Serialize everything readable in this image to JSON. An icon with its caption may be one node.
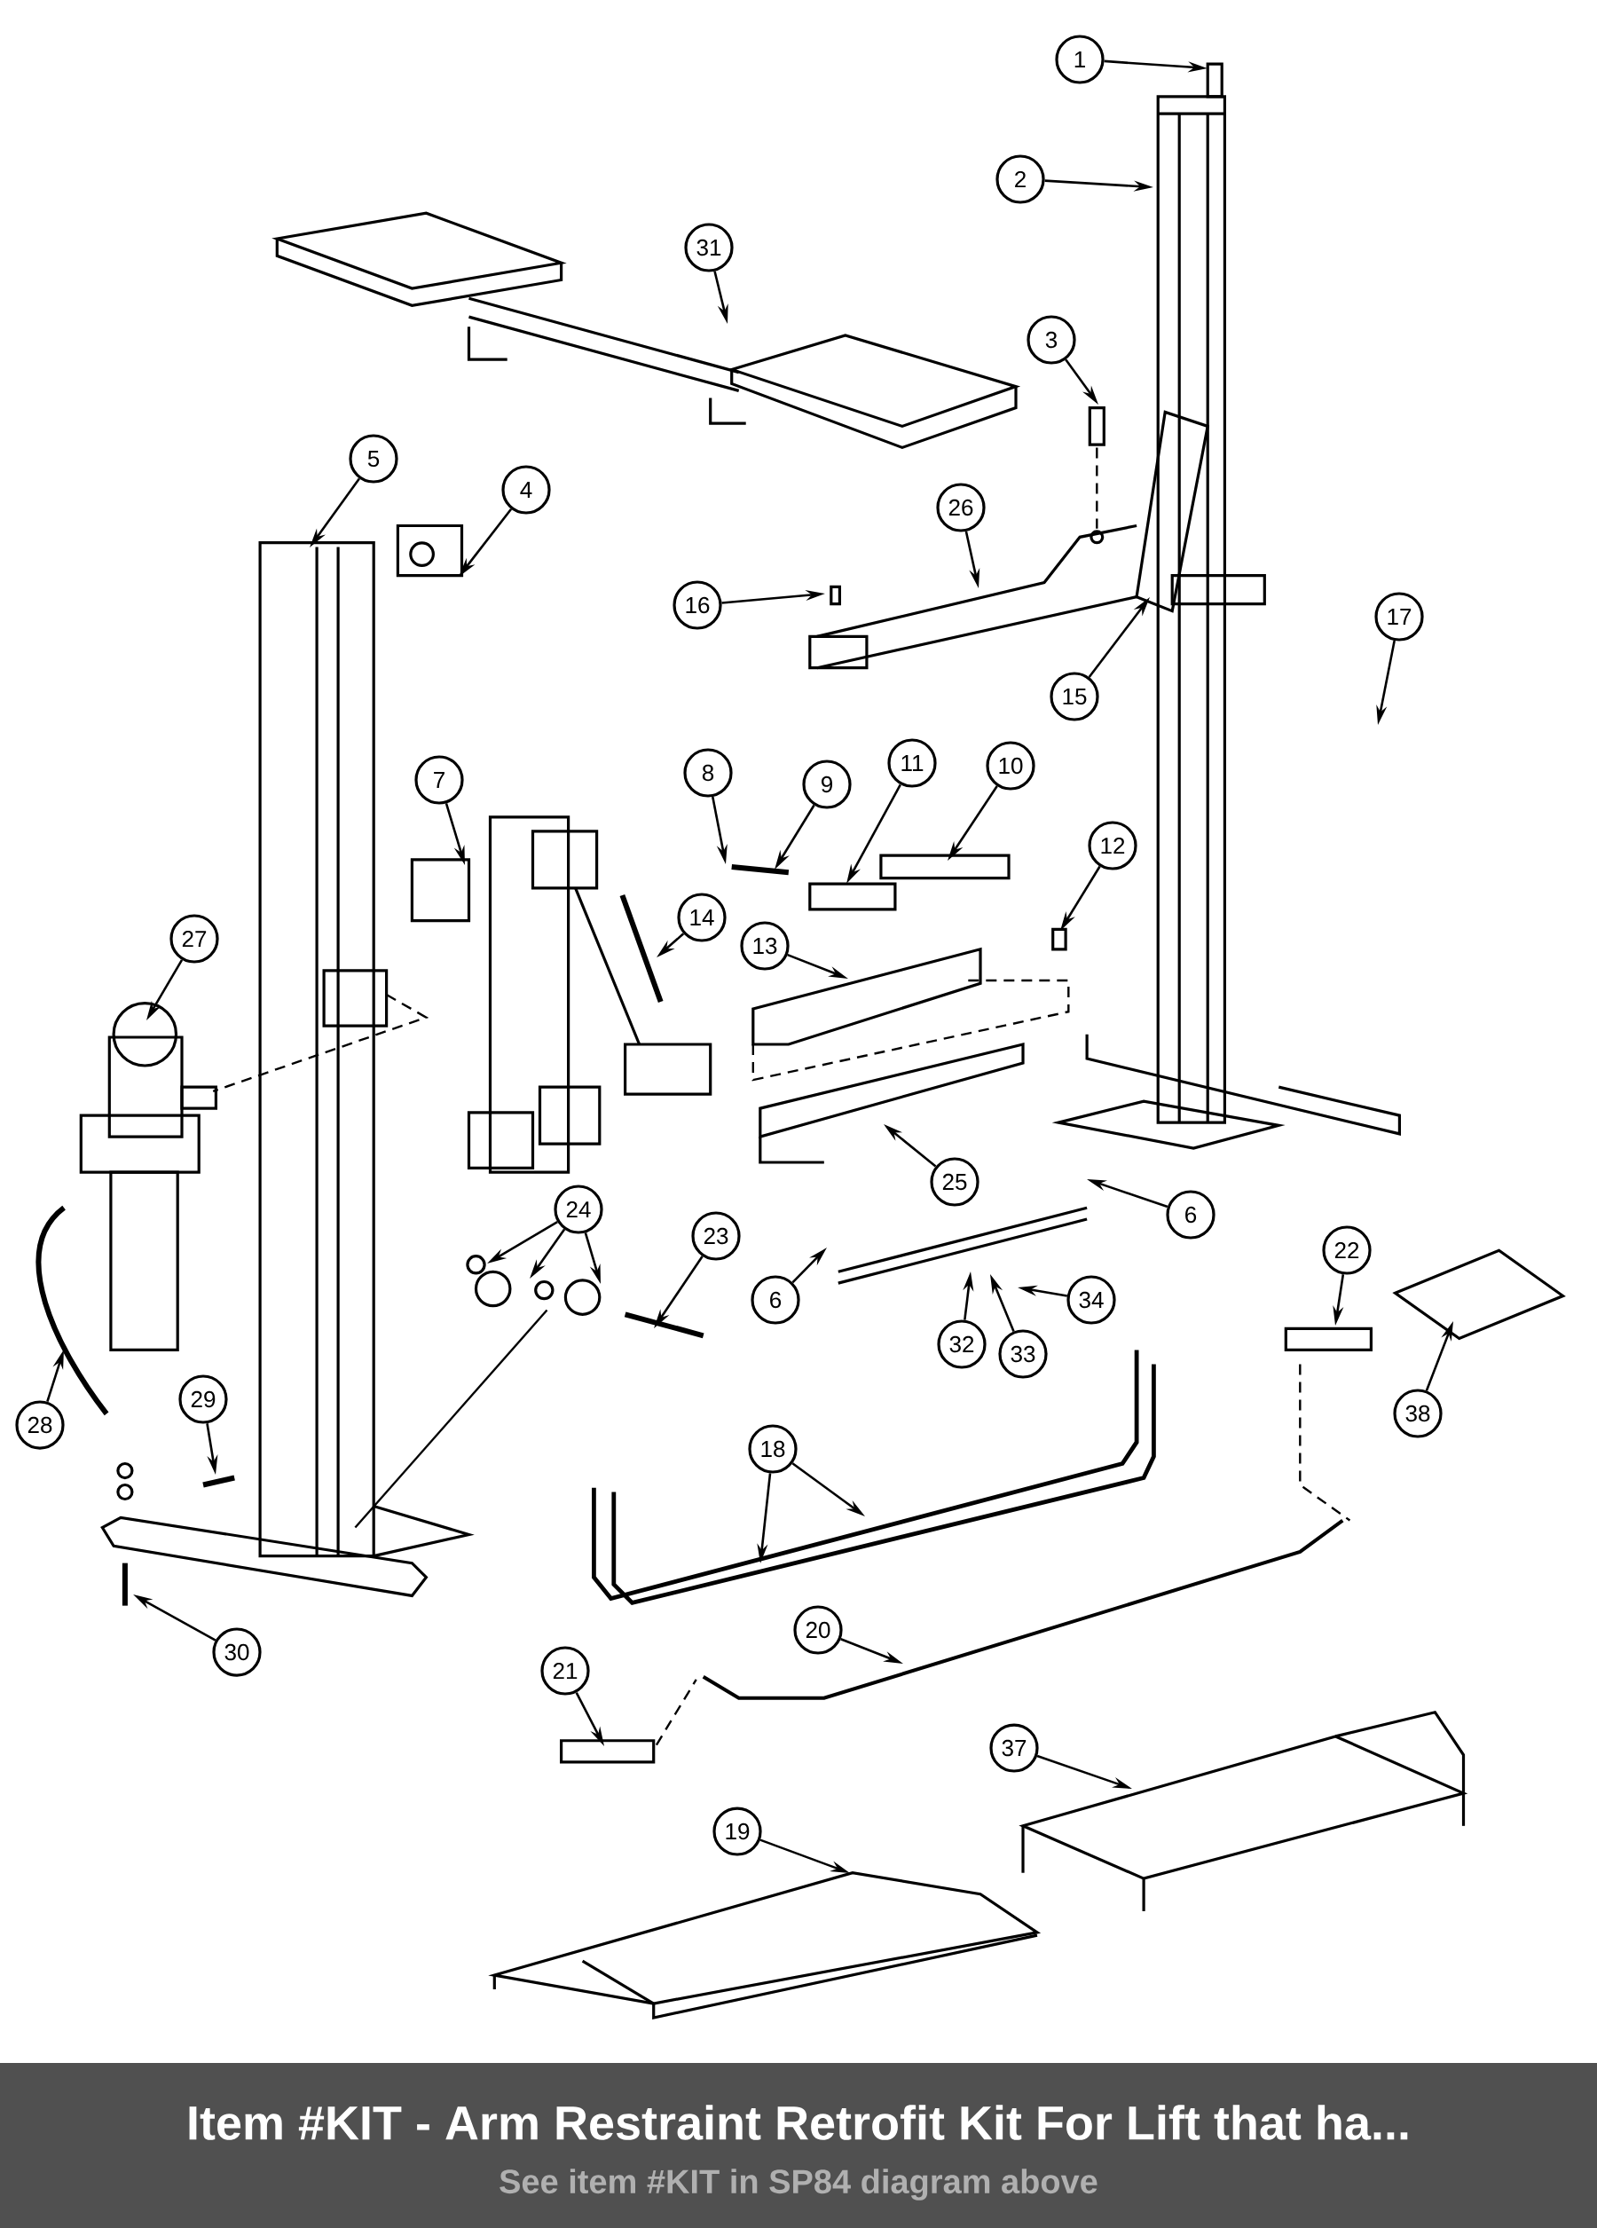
{
  "diagram": {
    "title": "Item #KIT - Arm Restraint Retrofit Kit For Lift that ha...",
    "caption": "See item #KIT in SP84 diagram above",
    "nodes": [
      {
        "text": [
          "1"
        ]
      },
      {
        "text": [
          "2"
        ]
      },
      {
        "text": [
          "31"
        ]
      },
      {
        "text": [
          "3"
        ]
      },
      {
        "text": [
          "5"
        ]
      },
      {
        "text": [
          "4"
        ]
      },
      {
        "text": [
          "26"
        ]
      },
      {
        "text": [
          "16"
        ]
      },
      {
        "text": [
          "17"
        ]
      },
      {
        "text": [
          "15"
        ]
      },
      {
        "text": [
          "11"
        ]
      },
      {
        "text": [
          "10"
        ]
      },
      {
        "text": [
          "8"
        ]
      },
      {
        "text": [
          "7"
        ]
      },
      {
        "text": [
          "9"
        ]
      },
      {
        "text": [
          "12"
        ]
      },
      {
        "text": [
          "14"
        ]
      },
      {
        "text": [
          "27"
        ]
      },
      {
        "text": [
          "13"
        ]
      },
      {
        "text": [
          "25"
        ]
      },
      {
        "text": [
          "24"
        ]
      },
      {
        "text": [
          "6"
        ]
      },
      {
        "text": [
          "23"
        ]
      },
      {
        "text": [
          "22"
        ]
      },
      {
        "text": [
          "6"
        ]
      },
      {
        "text": [
          "34"
        ]
      },
      {
        "text": [
          "32"
        ]
      },
      {
        "text": [
          "33"
        ]
      },
      {
        "text": [
          "29"
        ]
      },
      {
        "text": [
          "38"
        ]
      },
      {
        "text": [
          "28"
        ]
      },
      {
        "text": [
          "18"
        ]
      },
      {
        "text": [
          "20"
        ]
      },
      {
        "text": [
          "30"
        ]
      },
      {
        "text": [
          "21"
        ]
      },
      {
        "text": [
          "37"
        ]
      },
      {
        "text": [
          "19"
        ]
      }
    ],
    "edges": [
      {
        "from": 0,
        "to": null,
        "arrow": "to"
      },
      {
        "from": 1,
        "to": null,
        "arrow": "to"
      },
      {
        "from": 2,
        "to": null,
        "arrow": "to"
      },
      {
        "from": 3,
        "to": null,
        "arrow": "to"
      },
      {
        "from": 4,
        "to": null,
        "arrow": "to"
      },
      {
        "from": 5,
        "to": null,
        "arrow": "to"
      },
      {
        "from": 6,
        "to": null,
        "arrow": "to"
      },
      {
        "from": 7,
        "to": null,
        "arrow": "to"
      },
      {
        "from": 8,
        "to": null,
        "arrow": "to"
      },
      {
        "from": 9,
        "to": null,
        "arrow": "to"
      },
      {
        "from": 10,
        "to": null,
        "arrow": "to"
      },
      {
        "from": 11,
        "to": null,
        "arrow": "to"
      },
      {
        "from": 12,
        "to": null,
        "arrow": "to"
      },
      {
        "from": 13,
        "to": null,
        "arrow": "to"
      },
      {
        "from": 14,
        "to": null,
        "arrow": "to"
      },
      {
        "from": 15,
        "to": null,
        "arrow": "to"
      },
      {
        "from": 16,
        "to": null,
        "arrow": "to"
      },
      {
        "from": 17,
        "to": null,
        "arrow": "to"
      },
      {
        "from": 18,
        "to": null,
        "arrow": "to"
      },
      {
        "from": 19,
        "to": null,
        "arrow": "to"
      },
      {
        "from": 20,
        "to": null,
        "arrow": "to"
      },
      {
        "from": 20,
        "to": null,
        "arrow": "to"
      },
      {
        "from": 20,
        "to": null,
        "arrow": "to"
      },
      {
        "from": 21,
        "to": null,
        "arrow": "to"
      },
      {
        "from": 22,
        "to": null,
        "arrow": "to"
      },
      {
        "from": 23,
        "to": null,
        "arrow": "to"
      },
      {
        "from": 24,
        "to": null,
        "arrow": "to"
      },
      {
        "from": 25,
        "to": null,
        "arrow": "to"
      },
      {
        "from": 26,
        "to": null,
        "arrow": "to"
      },
      {
        "from": 27,
        "to": null,
        "arrow": "to"
      },
      {
        "from": 28,
        "to": null,
        "arrow": "to"
      },
      {
        "from": 29,
        "to": null,
        "arrow": "to"
      },
      {
        "from": 30,
        "to": null,
        "arrow": "to"
      },
      {
        "from": 31,
        "to": null,
        "arrow": "to"
      },
      {
        "from": 31,
        "to": null,
        "arrow": "to"
      },
      {
        "from": 32,
        "to": null,
        "arrow": "to"
      },
      {
        "from": 33,
        "to": null,
        "arrow": "to"
      },
      {
        "from": 34,
        "to": null,
        "arrow": "to"
      },
      {
        "from": 35,
        "to": null,
        "arrow": "to"
      },
      {
        "from": 36,
        "to": null,
        "arrow": "to"
      }
    ]
  }
}
